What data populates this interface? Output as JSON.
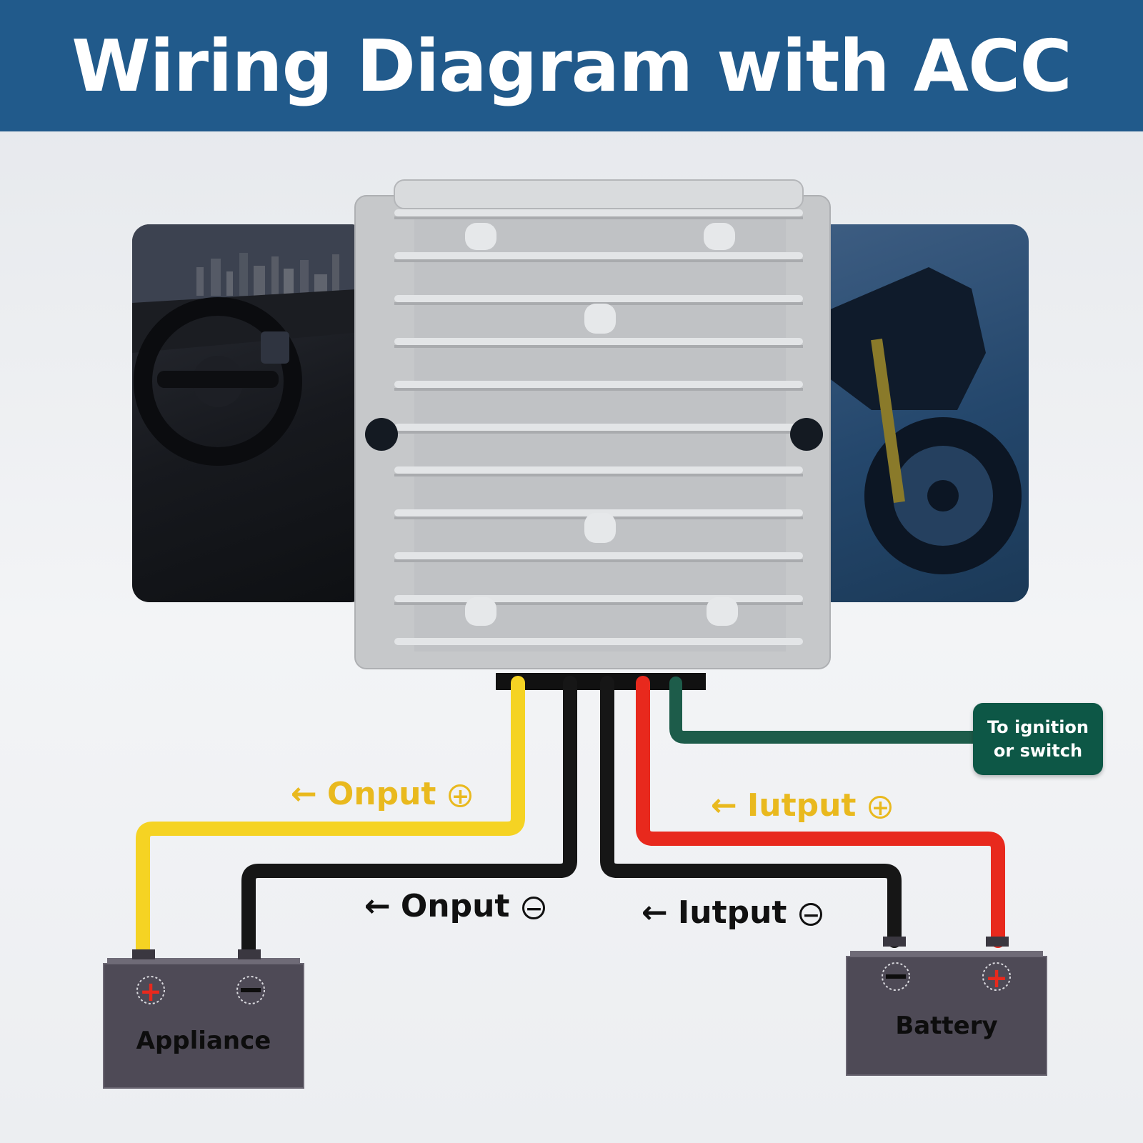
{
  "title": "Wiring Diagram with ACC",
  "labels": {
    "output_pos": {
      "arrow": "←",
      "text": "Onput",
      "sign": "+"
    },
    "output_neg": {
      "arrow": "←",
      "text": "Onput",
      "sign": "−"
    },
    "input_pos": {
      "arrow": "←",
      "text": "Iutput",
      "sign": "+"
    },
    "input_neg": {
      "arrow": "←",
      "text": "Iutput",
      "sign": "−"
    }
  },
  "ignition": {
    "line1": "To ignition",
    "line2": "or switch"
  },
  "appliance": {
    "label": "Appliance"
  },
  "battery": {
    "label": "Battery"
  },
  "colors": {
    "banner": "#215a8b",
    "yellow_wire": "#f5d323",
    "black_wire": "#161616",
    "red_wire": "#e8291d",
    "green_wire": "#1d5c4a",
    "ignition_box": "#0d5746",
    "terminal_box": "#4e4a56"
  }
}
